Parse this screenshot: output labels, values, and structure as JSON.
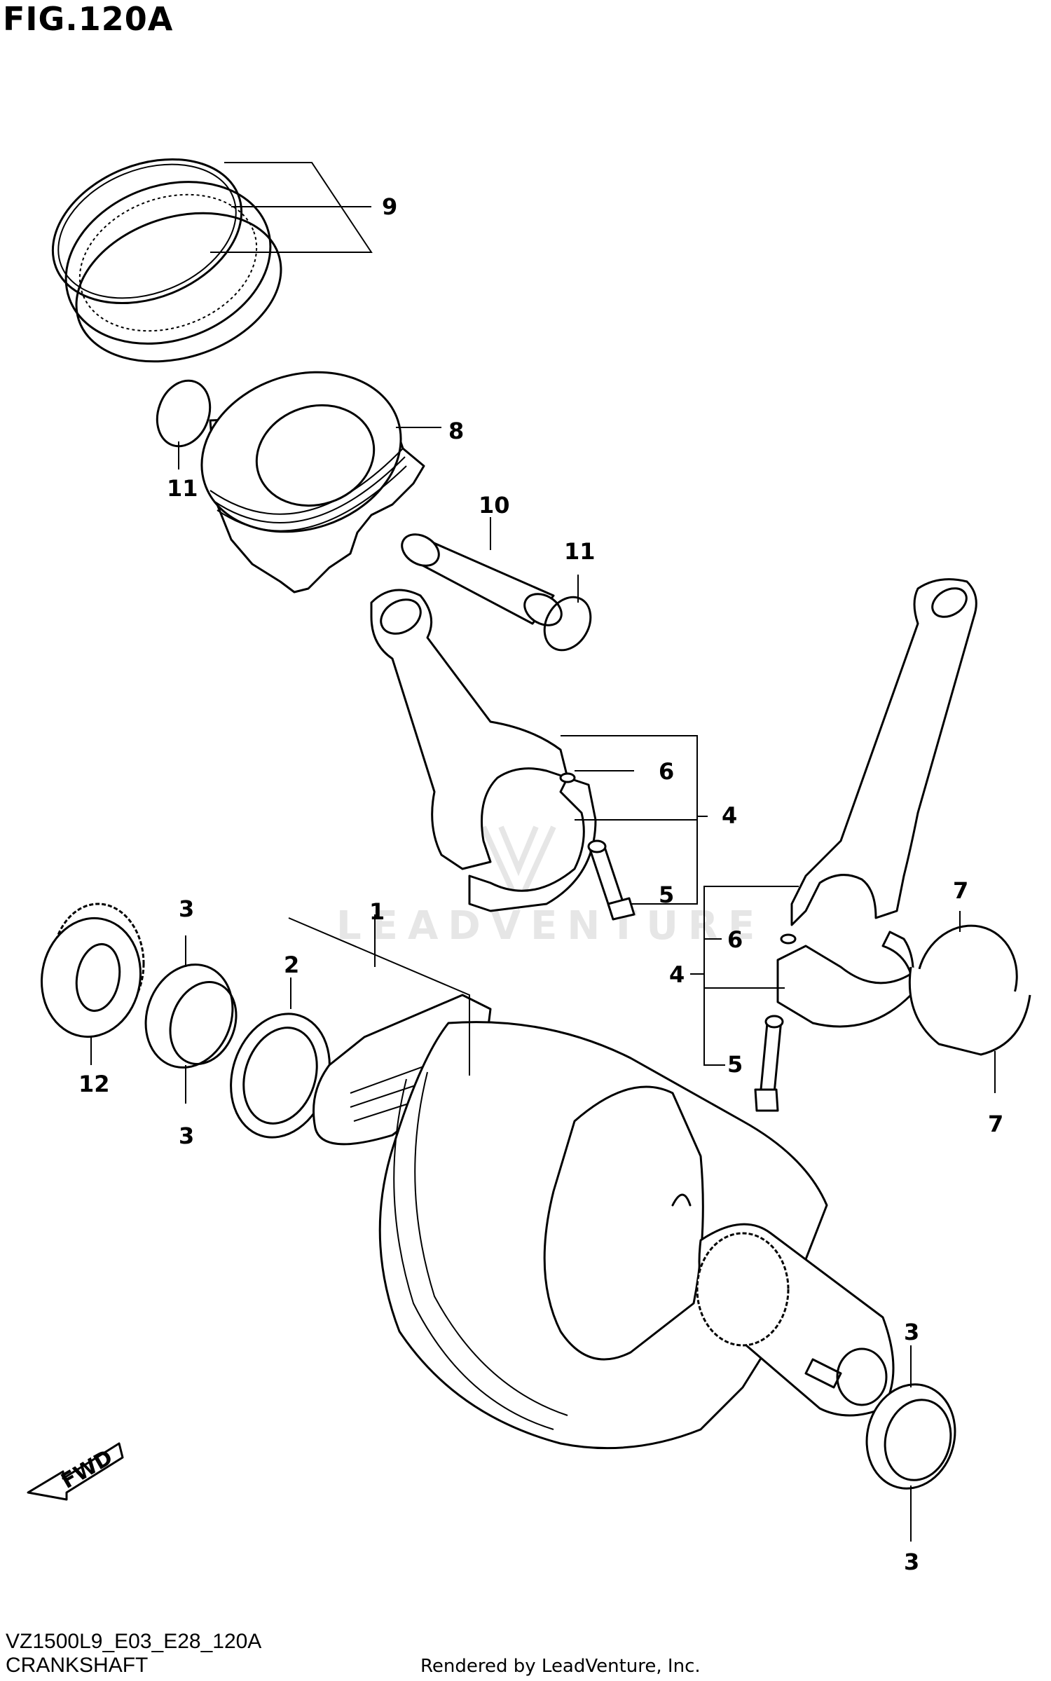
{
  "header": {
    "figure_title": "FIG.120A"
  },
  "footer": {
    "diagram_code": "VZ1500L9_E03_E28_120A",
    "section_name": "CRANKSHAFT",
    "credit": "Rendered by LeadVenture, Inc."
  },
  "watermark": {
    "text": "LEADVENTURE"
  },
  "fwd_label": "FWD",
  "callouts": {
    "c1": "1",
    "c2": "2",
    "c3a": "3",
    "c3b": "3",
    "c3c": "3",
    "c3d": "3",
    "c4a": "4",
    "c4b": "4",
    "c5a": "5",
    "c5b": "5",
    "c6a": "6",
    "c6b": "6",
    "c7a": "7",
    "c7b": "7",
    "c8": "8",
    "c9": "9",
    "c10": "10",
    "c11a": "11",
    "c11b": "11",
    "c12": "12"
  }
}
